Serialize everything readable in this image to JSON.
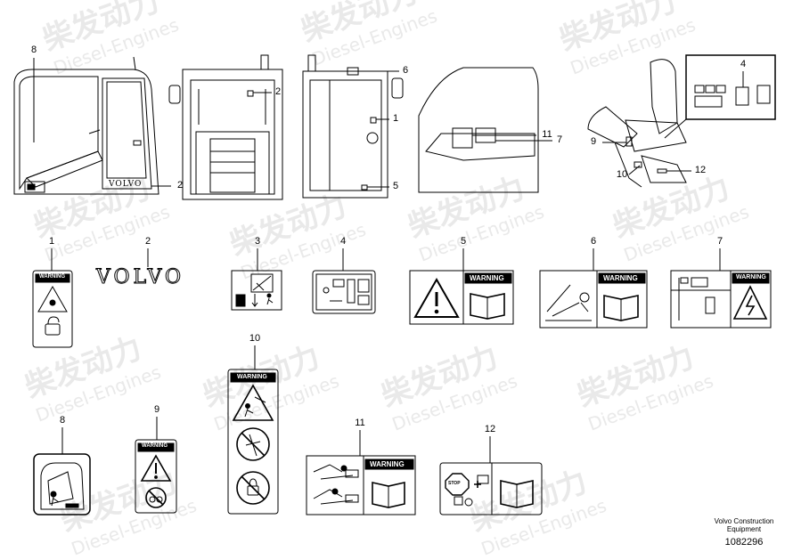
{
  "watermark": {
    "cn": "柴发动力",
    "en": "Diesel-Engines"
  },
  "callouts": [
    "1",
    "2",
    "3",
    "4",
    "5",
    "6",
    "7",
    "8",
    "9",
    "10",
    "11",
    "12"
  ],
  "brand_text": "VOLVO",
  "warning_text": "WARNING",
  "stop_text": "STOP",
  "footer": {
    "company": "Volvo Construction Equipment",
    "part_number": "1082296"
  }
}
